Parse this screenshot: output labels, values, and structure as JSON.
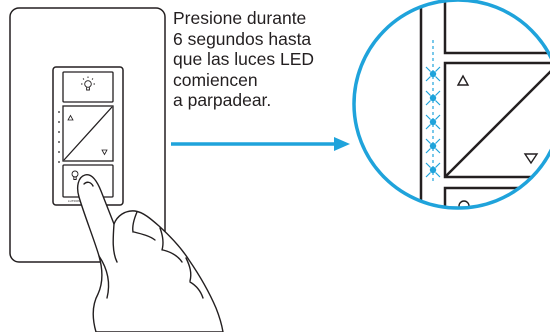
{
  "instruction": {
    "lines": [
      "Presione durante",
      "6 segundos hasta",
      "que las luces LED",
      "comiencen",
      "a parpadear."
    ]
  },
  "colors": {
    "outline": "#231f20",
    "accent": "#1fa3db",
    "background": "#ffffff"
  },
  "icons": {
    "top_button": "light-bulb-on-icon",
    "raise": "triangle-up-icon",
    "lower": "triangle-down-icon",
    "bottom_button": "light-bulb-off-icon"
  },
  "brand_mark": "LUTRON"
}
